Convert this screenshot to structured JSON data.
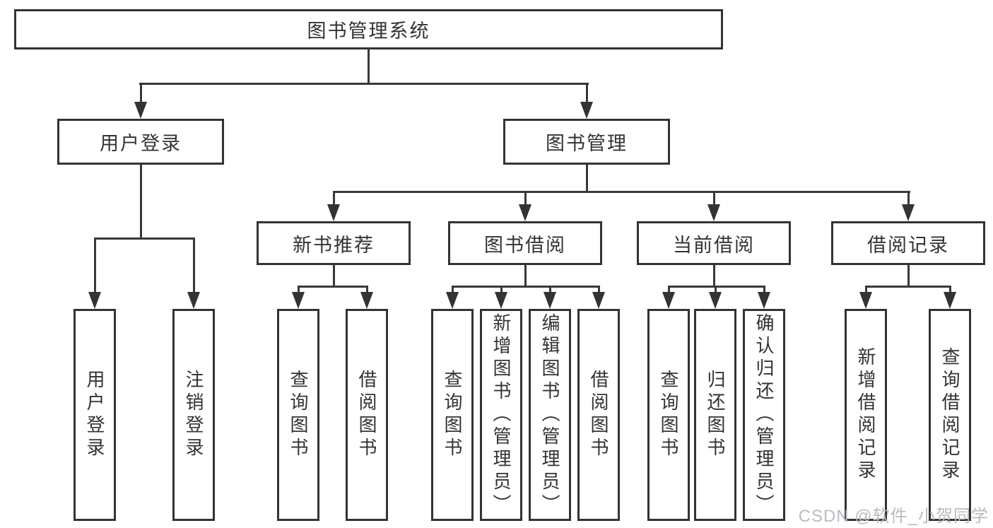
{
  "diagram_type": "hierarchy-tree",
  "tree": {
    "root": {
      "label": "图书管理系统"
    },
    "children": [
      {
        "label": "用户登录",
        "children": [
          {
            "label": "用户登录"
          },
          {
            "label": "注销登录"
          }
        ]
      },
      {
        "label": "图书管理",
        "children": [
          {
            "label": "新书推荐",
            "children": [
              {
                "label": "查询图书"
              },
              {
                "label": "借阅图书"
              }
            ]
          },
          {
            "label": "图书借阅",
            "children": [
              {
                "label": "查询图书"
              },
              {
                "label": "新增图书（管理员）"
              },
              {
                "label": "编辑图书（管理员）"
              },
              {
                "label": "借阅图书"
              }
            ]
          },
          {
            "label": "当前借阅",
            "children": [
              {
                "label": "查询图书"
              },
              {
                "label": "归还图书"
              },
              {
                "label": "确认归还（管理员）"
              }
            ]
          },
          {
            "label": "借阅记录",
            "children": [
              {
                "label": "新增借阅记录"
              },
              {
                "label": "查询借阅记录"
              }
            ]
          }
        ]
      }
    ]
  },
  "watermark": {
    "text": "CSDN @软件_小贺同学"
  },
  "colors": {
    "background": "#ffffff",
    "box_border": "#333333",
    "line": "#383838",
    "text": "#333333",
    "watermark_text": "#b7bbc1"
  }
}
